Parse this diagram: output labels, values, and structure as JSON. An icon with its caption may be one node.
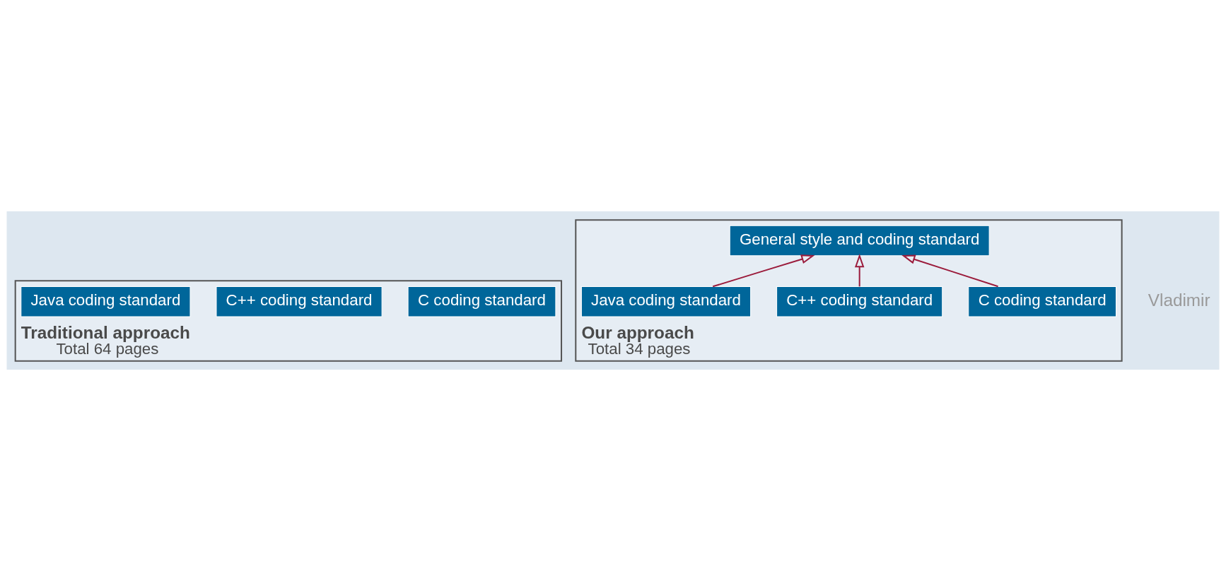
{
  "diagram": {
    "nodes": [
      {
        "text": [
          "Traditional approach",
          "Total 64 pages"
        ]
      },
      {
        "text": [
          "C coding standard"
        ],
        "in": 0
      },
      {
        "text": [
          "C++ coding standard"
        ],
        "in": 0
      },
      {
        "text": [
          "Java coding standard"
        ],
        "in": 0
      },
      {
        "text": [
          "Our approach",
          "Total 34 pages"
        ]
      },
      {
        "text": [
          "General style and coding standard"
        ],
        "in": 4
      },
      {
        "text": [
          "C coding standard"
        ],
        "in": 4
      },
      {
        "text": [
          "C++ coding standard"
        ],
        "in": 4
      },
      {
        "text": [
          "Java coding standard"
        ],
        "in": 4
      }
    ],
    "edges": [
      {
        "from": 6,
        "to": 5,
        "arrow": "to"
      },
      {
        "from": 7,
        "to": 5,
        "arrow": "to"
      },
      {
        "from": 8,
        "to": 5,
        "arrow": "to"
      }
    ],
    "labels": [
      "Vladimir"
    ]
  }
}
